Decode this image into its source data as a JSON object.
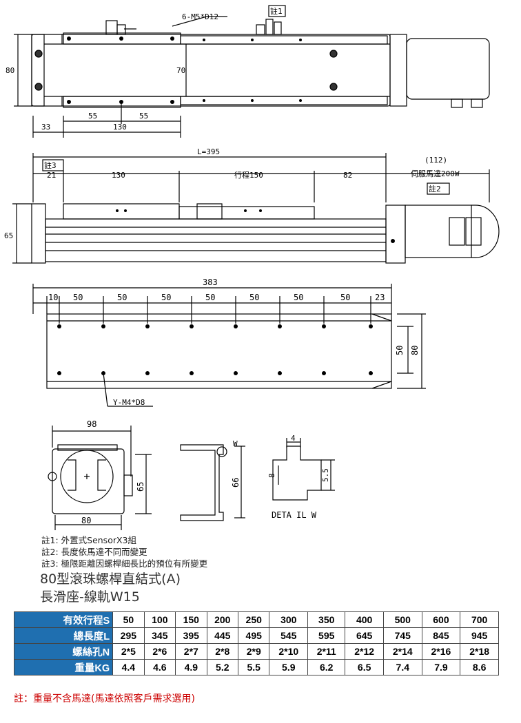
{
  "drawing_labels": {
    "top_note_holes": "6-M5*D12",
    "note1_tag": "註1",
    "note2_tag": "註2",
    "note3_tag": "註3",
    "dim_80_left": "80",
    "dim_70": "70",
    "dim_55a": "55",
    "dim_55b": "55",
    "dim_33": "33",
    "dim_130_top": "130",
    "dim_L": "L=395",
    "dim_21": "21",
    "dim_130_side": "130",
    "dim_stroke": "行程150",
    "dim_82": "82",
    "dim_112": "(112)",
    "servo_label": "伺服馬達200W",
    "dim_65_side": "65",
    "dim_383": "383",
    "dim_10": "10",
    "pitch_labels": [
      "50",
      "50",
      "50",
      "50",
      "50",
      "50",
      "50"
    ],
    "dim_23": "23",
    "dim_50_right": "50",
    "dim_80_right": "80",
    "base_holes": "Y-M4*D8",
    "dim_98": "98",
    "dim_65_end": "65",
    "dim_80_bottom": "80",
    "dim_W": "W",
    "dim_66": "66",
    "dim_4": "4",
    "dim_8": "8",
    "dim_5_5": "5.5",
    "detail_label": "DETA IL W"
  },
  "notes": [
    "註1: 外置式SensorX3組",
    "註2: 長度依馬達不同而變更",
    "註3: 極限距離因螺桿細長比的預位有所變更"
  ],
  "title_line1": "80型滾珠螺桿直結式(A)",
  "title_line2": "長滑座-線軌W15",
  "table": {
    "rows": [
      {
        "label": "有效行程S",
        "values": [
          "50",
          "100",
          "150",
          "200",
          "250",
          "300",
          "350",
          "400",
          "500",
          "600",
          "700"
        ]
      },
      {
        "label": "總長度L",
        "values": [
          "295",
          "345",
          "395",
          "445",
          "495",
          "545",
          "595",
          "645",
          "745",
          "845",
          "945"
        ]
      },
      {
        "label": "螺絲孔N",
        "values": [
          "2*5",
          "2*6",
          "2*7",
          "2*8",
          "2*9",
          "2*10",
          "2*11",
          "2*12",
          "2*14",
          "2*16",
          "2*18"
        ]
      },
      {
        "label": "重量KG",
        "values": [
          "4.4",
          "4.6",
          "4.9",
          "5.2",
          "5.5",
          "5.9",
          "6.2",
          "6.5",
          "7.4",
          "7.9",
          "8.6"
        ]
      }
    ]
  },
  "footnote": "註：重量不含馬達(馬達依照客戶需求選用)",
  "colors": {
    "header_blue": "#1f6fb0",
    "footnote_red": "#cc0000"
  }
}
